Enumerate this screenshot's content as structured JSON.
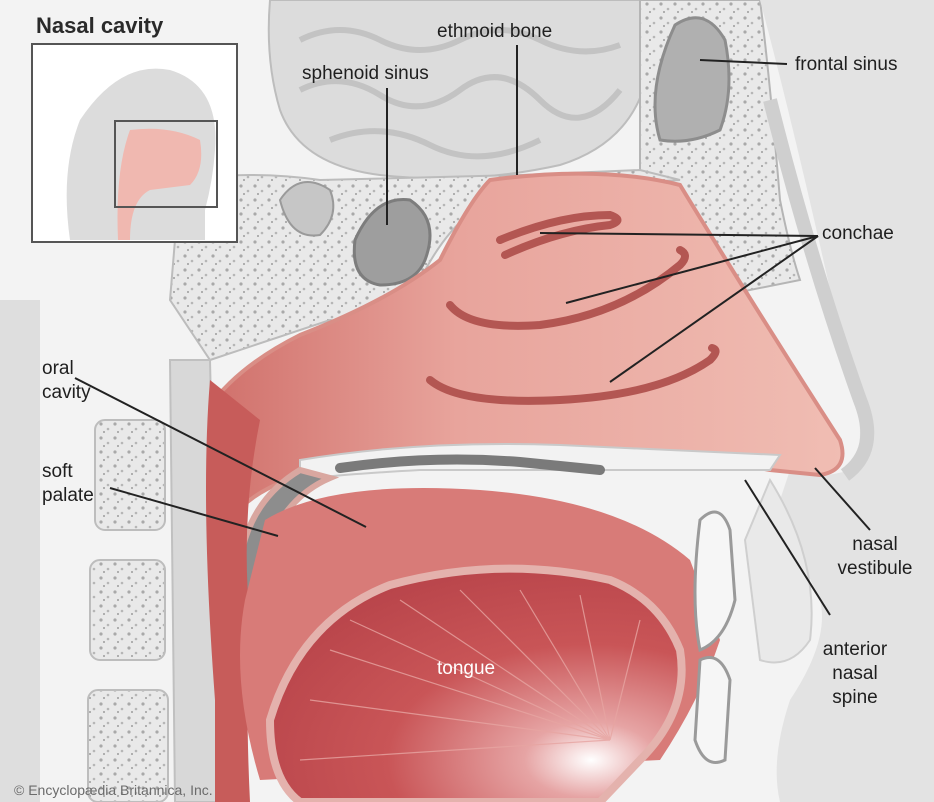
{
  "inset": {
    "title": "Nasal cavity"
  },
  "labels": {
    "ethmoid_bone": "ethmoid bone",
    "sphenoid_sinus": "sphenoid sinus",
    "frontal_sinus": "frontal sinus",
    "conchae": "conchae",
    "oral_cavity": [
      "oral",
      "cavity"
    ],
    "soft_palate": [
      "soft",
      "palate"
    ],
    "tongue": "tongue",
    "nasal_vestibule": [
      "nasal",
      "vestibule"
    ],
    "anterior_nasal_spine": [
      "anterior",
      "nasal",
      "spine"
    ]
  },
  "credit": "© Encyclopædia Britannica, Inc.",
  "colors": {
    "bone": "#e6e6e6",
    "brain": "#dedede",
    "mucosa": "#e9a79f",
    "mucosa_dark": "#c9625d",
    "tongue": "#c84c4f",
    "line": "#222222"
  }
}
